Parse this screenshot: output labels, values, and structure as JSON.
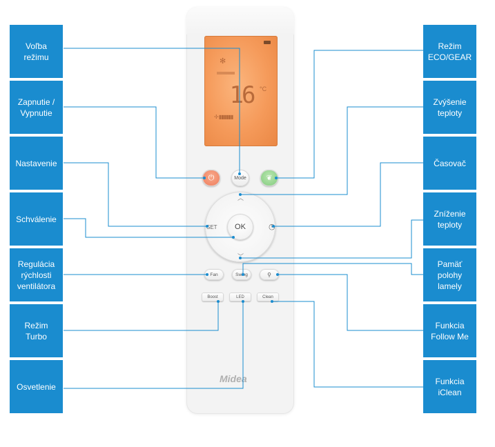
{
  "remote": {
    "display_temp": "16",
    "display_unit": "°C",
    "display_mode_icon": "snowflake-icon",
    "buttons": {
      "power_icon": "power-icon",
      "mode": "Mode",
      "eco_icon": "eco-leaf-icon",
      "set": "SET",
      "ok": "OK",
      "timer_icon": "clock-icon",
      "fan": "Fan",
      "swing": "Swing",
      "follow_me_icon": "follow-me-icon",
      "boost": "Boost",
      "led": "LED",
      "clean": "Clean"
    },
    "brand": "Midea"
  },
  "labels": {
    "left": [
      "Voľba\nrežimu",
      "Zapnutie /\nVypnutie",
      "Nastavenie",
      "Schválenie",
      "Regulácia\nrýchlosti\nventilátora",
      "Režim\nTurbo",
      "Osvetlenie"
    ],
    "right": [
      "Režim\nECO/GEAR",
      "Zvýšenie\nteploty",
      "Časovač",
      "Zníženie\nteploty",
      "Pamäť\npolohy\nlamely",
      "Funkcia\nFollow Me",
      "Funkcia\niClean"
    ]
  },
  "colors": {
    "label_bg": "#1a8ccf",
    "line": "#1a8ccf",
    "display": "#f59a5a"
  }
}
